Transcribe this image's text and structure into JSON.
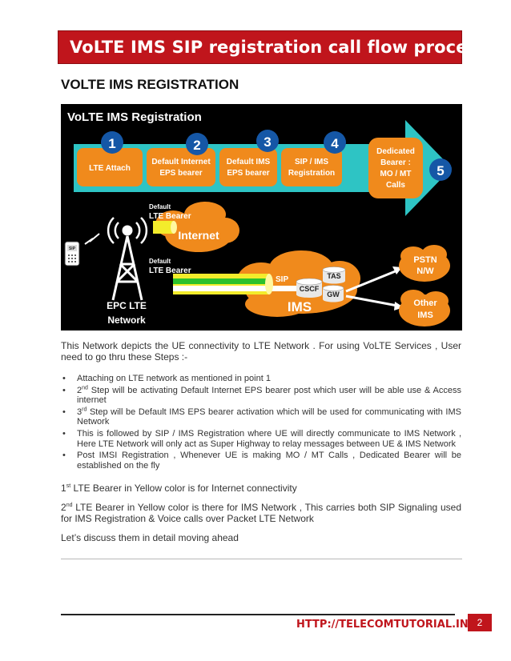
{
  "banner": {
    "title": "VoLTE IMS SIP registration call flow procedure"
  },
  "section_heading": "VOLTE IMS REGISTRATION",
  "figure": {
    "title": "VoLTE IMS Registration",
    "steps": [
      {
        "num": "1",
        "label_line1": "LTE Attach",
        "label_line2": ""
      },
      {
        "num": "2",
        "label_line1": "Default Internet",
        "label_line2": "EPS bearer"
      },
      {
        "num": "3",
        "label_line1": "Default IMS",
        "label_line2": "EPS bearer"
      },
      {
        "num": "4",
        "label_line1": "SIP / IMS",
        "label_line2": "Registration"
      }
    ],
    "dedicated": {
      "line1": "Dedicated",
      "line2": "Bearer :",
      "line3": "MO / MT",
      "line4": "Calls",
      "num": "5"
    },
    "bearer1_label_small": "Default",
    "bearer1_label": "LTE Bearer",
    "bearer2_label_small": "Default",
    "bearer2_label": "LTE Bearer",
    "internet_label": "Internet",
    "phone_label": "SIP",
    "sip_label": "SIP",
    "cscf_label": "CSCF",
    "tas_label": "TAS",
    "gw_label": "GW",
    "ims_label": "IMS",
    "pstn_line1": "PSTN",
    "pstn_line2": "N/W",
    "other_line1": "Other",
    "other_line2": "IMS",
    "epc_line1": "EPC LTE",
    "epc_line2": "Network",
    "colors": {
      "teal": "#2ec4c4",
      "orange": "#f08a1c",
      "yellow": "#f3ec2b",
      "green": "#2cc12c",
      "circle": "#1557a6"
    }
  },
  "intro": "This Network depicts the UE connectivity to LTE Network . For using VoLTE Services , User need to go thru these Steps :-",
  "bullets": [
    {
      "pre": "Attaching on LTE network as mentioned in point 1",
      "sup": "",
      "post": ""
    },
    {
      "pre": "2",
      "sup": "nd",
      "post": " Step will be activating Default Internet EPS bearer post which user will be able use & Access internet"
    },
    {
      "pre": "3",
      "sup": "rd",
      "post": " Step will be Default IMS EPS bearer activation which will be used for communicating with IMS Network"
    },
    {
      "pre": "This is followed by SIP / IMS Registration where UE will directly communicate to IMS Network , Here LTE Network will only act as Super Highway to relay messages between UE & IMS Network",
      "sup": "",
      "post": ""
    },
    {
      "pre": "Post IMSI Registration , Whenever UE is making MO / MT Calls , Dedicated Bearer will be established on the fly",
      "sup": "",
      "post": ""
    }
  ],
  "note1": {
    "pre": "1",
    "sup": "st",
    "post": " LTE Bearer in Yellow color is for Internet connectivity"
  },
  "note2": {
    "pre": "2",
    "sup": "nd",
    "post": " LTE Bearer in Yellow color is there for IMS Network , This carries both SIP Signaling used for IMS Registration & Voice calls over Packet LTE Network"
  },
  "closing": "Let’s discuss them in detail moving ahead",
  "footer": {
    "url": "HTTP://TELECOMTUTORIAL.INFO",
    "page": "2"
  }
}
